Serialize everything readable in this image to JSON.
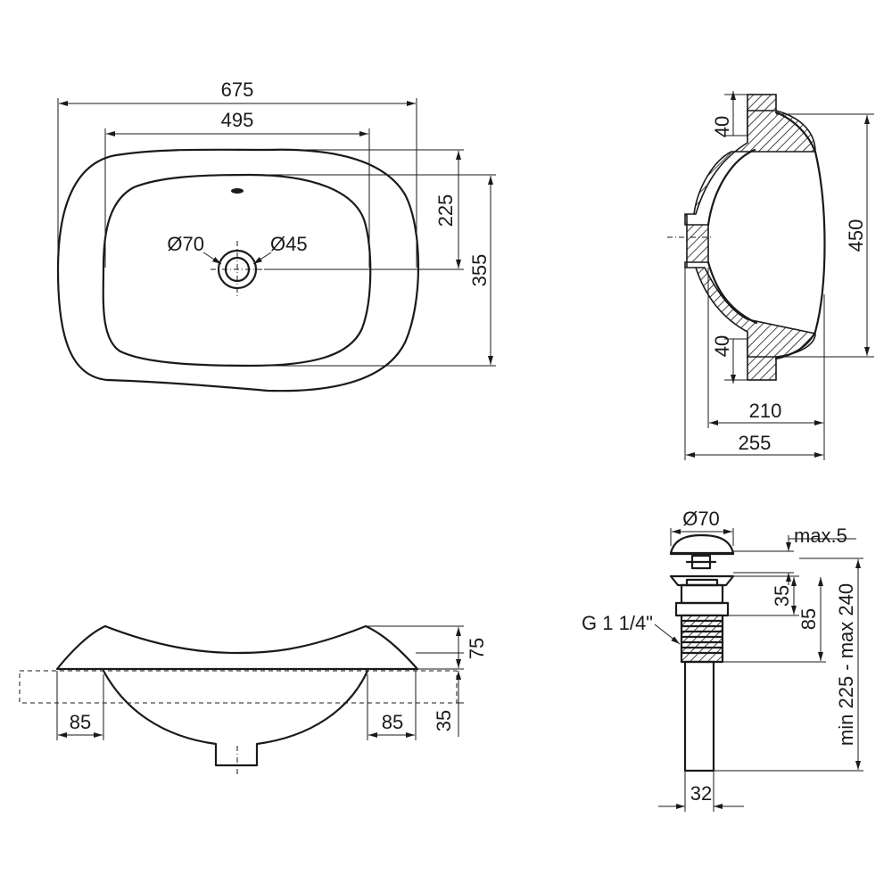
{
  "colors": {
    "line": "#1a1a1a",
    "background": "#ffffff"
  },
  "top_view": {
    "overall_width": "675",
    "bowl_width": "495",
    "drain_offset": "225",
    "overall_depth": "355",
    "outer_drain_dia": "Ø70",
    "inner_drain_dia": "Ø45"
  },
  "side_section": {
    "height": "450",
    "top_ledge": "40",
    "bottom_ledge": "40",
    "bowl_depth": "210",
    "overall_depth": "255"
  },
  "front_view": {
    "rim_height": "75",
    "counter_thickness": "35",
    "left_edge": "85",
    "right_edge": "85"
  },
  "drain_valve": {
    "cap_diameter": "Ø70",
    "cap_gap": "max.5",
    "cap_to_flange": "35",
    "flange_to_thread_end": "85",
    "overall_length": "min 225 - max 240",
    "thread_size": "G 1 1/4\"",
    "tube_diameter": "32"
  }
}
